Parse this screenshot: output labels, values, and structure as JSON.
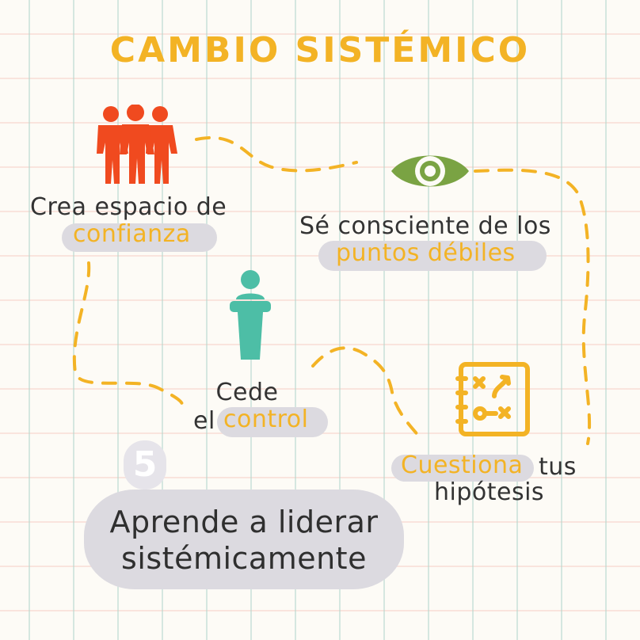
{
  "title": "CAMBIO SISTÉMICO",
  "steps": [
    {
      "icon": "people-icon",
      "text_before": "Crea espacio de",
      "highlight": "confianza",
      "text_after": ""
    },
    {
      "icon": "eye-icon",
      "text_before": "Sé consciente de los",
      "highlight": "puntos débiles",
      "text_after": ""
    },
    {
      "icon": "podium-icon",
      "text_before": "Cede",
      "text_mid": "el",
      "highlight": "control",
      "text_after": ""
    },
    {
      "icon": "strategy-board-icon",
      "text_before": "",
      "highlight": "Cuestiona",
      "text_after": "tus",
      "text_line2": "hipótesis"
    }
  ],
  "badge_number": "5",
  "call_to_action": {
    "line1": "Aprende a liderar",
    "line2": "sistémicamente"
  },
  "colors": {
    "accent": "#f3b325",
    "people": "#f04a1f",
    "eye": "#7aa343",
    "podium": "#4dbea6",
    "text": "#333333",
    "highlight_bg": "#dcdae0"
  }
}
